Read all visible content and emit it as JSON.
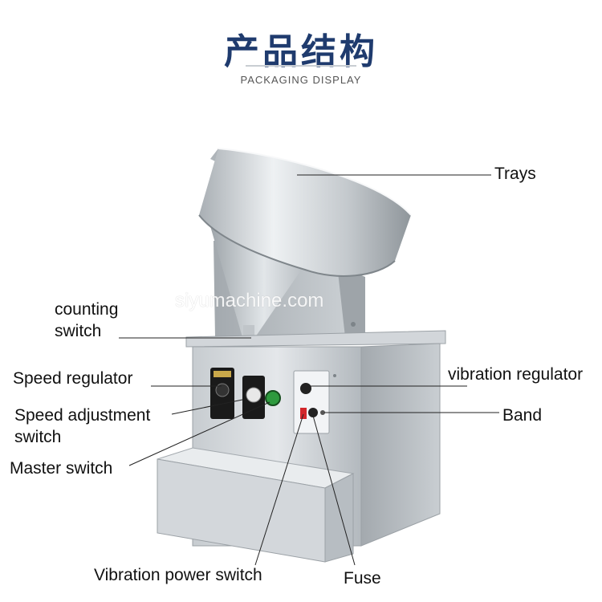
{
  "header": {
    "title_cn": "产品结构",
    "subtitle": "PACKAGING DISPLAY"
  },
  "watermark": "siyumachine.com",
  "labels": {
    "trays": "Trays",
    "counting_switch": "counting\nswitch",
    "speed_regulator": "Speed regulator",
    "speed_adjustment_switch": "Speed adjustment\nswitch",
    "master_switch": "Master switch",
    "vibration_regulator": "vibration regulator",
    "band": "Band",
    "vibration_power_switch": "Vibration power switch",
    "fuse": "Fuse"
  },
  "colors": {
    "title": "#1f3b6e",
    "steel_light": "#dfe3e6",
    "steel_mid": "#b8bec3",
    "steel_dark": "#8d949a",
    "panel_black": "#1a1a1a",
    "switch_green": "#2e9a3e",
    "indicator_red": "#d2262a"
  }
}
